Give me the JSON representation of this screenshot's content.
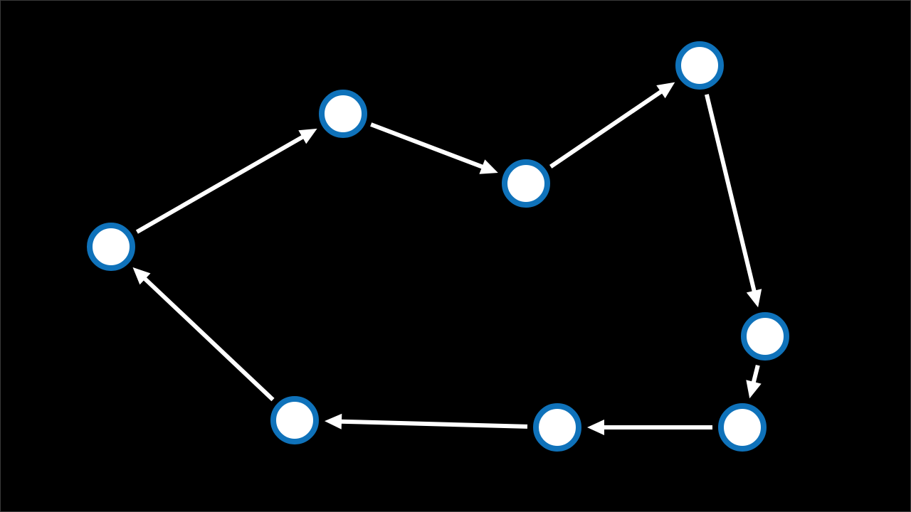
{
  "diagram": {
    "type": "directed-cycle",
    "node_count": 8,
    "edge_count": 8,
    "colors": {
      "background": "#000000",
      "node_fill": "#ffffff",
      "node_stroke": "#0f72ba",
      "edge": "#ffffff"
    },
    "nodes": [
      {
        "id": "n1"
      },
      {
        "id": "n2"
      },
      {
        "id": "n3"
      },
      {
        "id": "n4"
      },
      {
        "id": "n5"
      },
      {
        "id": "n6"
      },
      {
        "id": "n7"
      },
      {
        "id": "n8"
      }
    ],
    "edges": [
      {
        "from": "n1",
        "to": "n2"
      },
      {
        "from": "n2",
        "to": "n3"
      },
      {
        "from": "n3",
        "to": "n4"
      },
      {
        "from": "n4",
        "to": "n5"
      },
      {
        "from": "n5",
        "to": "n6"
      },
      {
        "from": "n6",
        "to": "n7"
      },
      {
        "from": "n7",
        "to": "n8"
      },
      {
        "from": "n8",
        "to": "n1"
      }
    ]
  }
}
